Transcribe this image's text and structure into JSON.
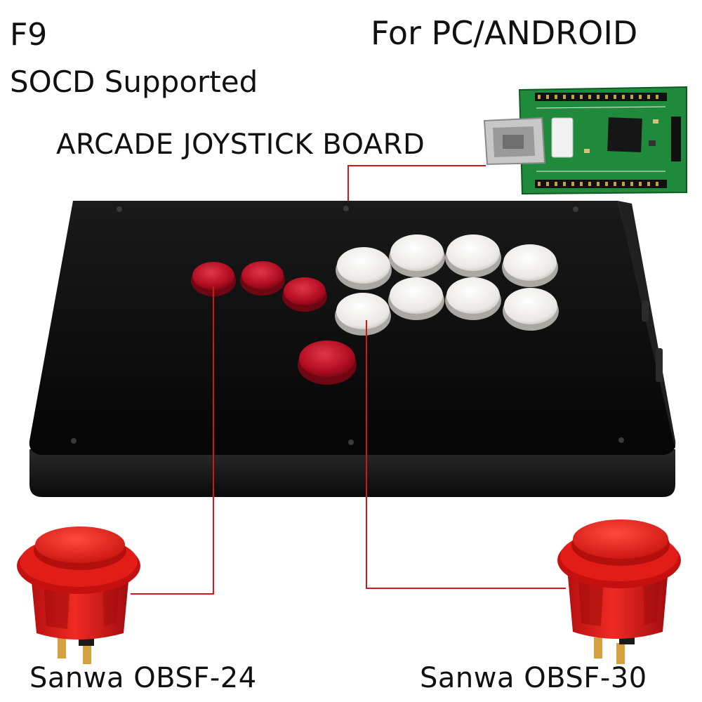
{
  "labels": {
    "model": "F9",
    "platform": "For PC/ANDROID",
    "socd": "SOCD Supported",
    "board": "ARCADE JOYSTICK BOARD",
    "button_small": "Sanwa OBSF-24",
    "button_large": "Sanwa OBSF-30"
  },
  "colors": {
    "case": "#0d0d0d",
    "red_button": "#c8102e",
    "white_button": "#ececea",
    "pcb": "#1f8a3c",
    "callout_line": "#d01818"
  }
}
